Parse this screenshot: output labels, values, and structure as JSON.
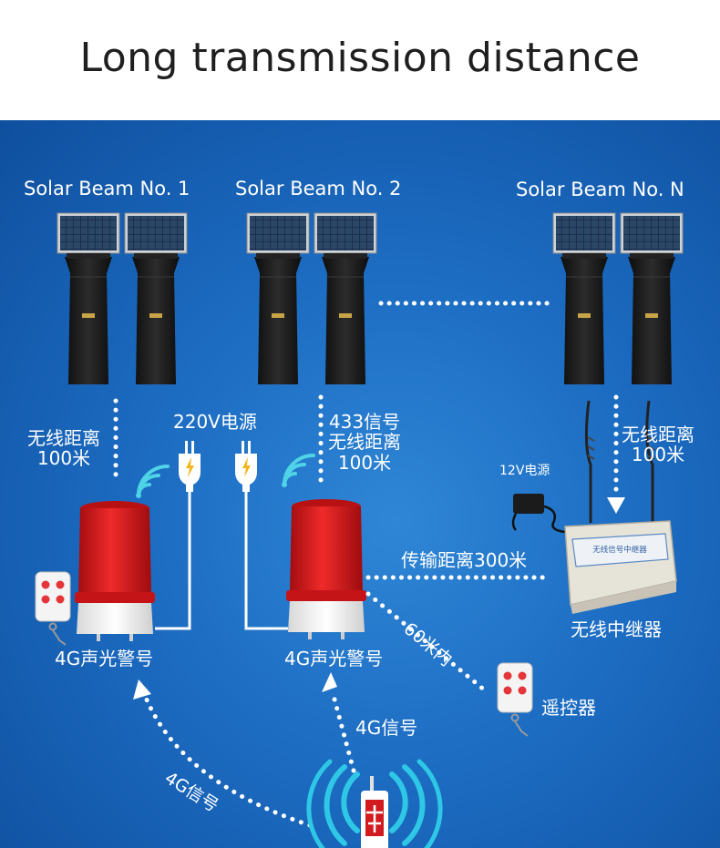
{
  "title": "Long transmission distance",
  "beams": [
    {
      "label": "Solar Beam No. 1"
    },
    {
      "label": "Solar Beam No. 2"
    },
    {
      "label": "Solar Beam No. N"
    }
  ],
  "labels": {
    "wireless_distance_left": "无线距离\n100米",
    "power_220v": "220V电源",
    "signal_433": "433信号\n无线距离\n100米",
    "wireless_distance_right": "无线距离\n100米",
    "power_12v": "12V电源",
    "transmission_300m": "传输距离300米",
    "within_60m": "60米内",
    "repeater": "无线中继器",
    "alarm_left": "4G声光警号",
    "alarm_center": "4G声光警号",
    "remote": "遥控器",
    "signal_4g_right": "4G信号",
    "signal_4g_left": "4G信号"
  },
  "repeater_panel_text": "无线信号中继器",
  "colors": {
    "background": "#1a66bf",
    "text": "#ffffff",
    "alarm_red": "#d8161b",
    "device_black": "#1a1a1a",
    "lightning": "#f2b61d"
  }
}
